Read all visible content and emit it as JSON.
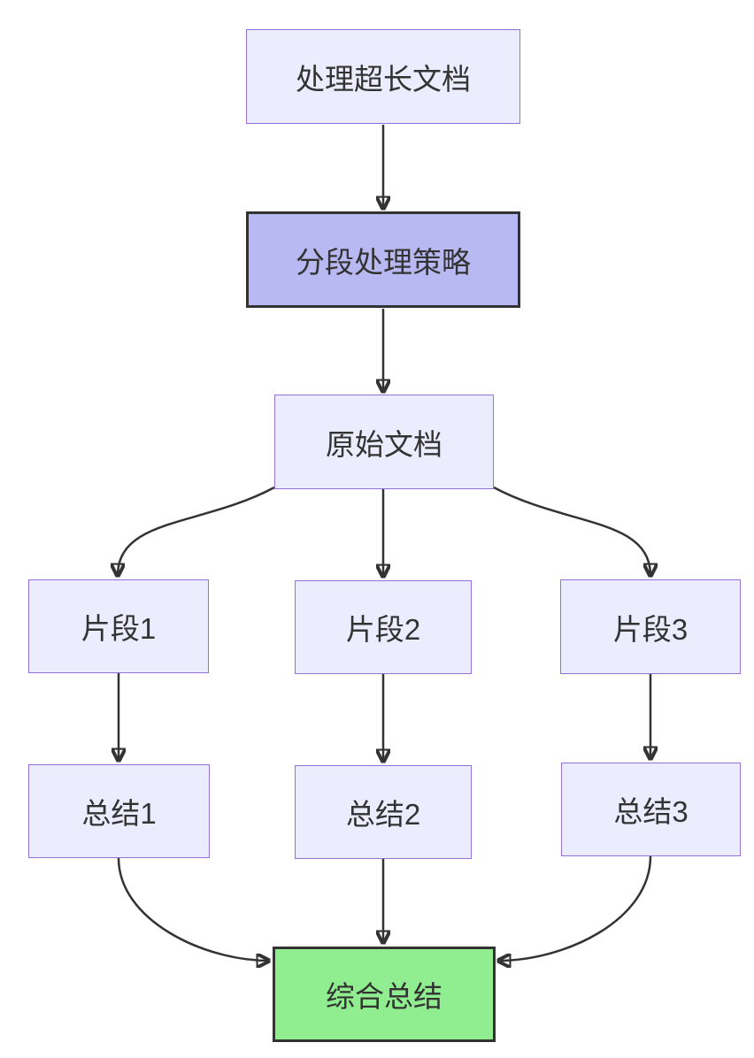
{
  "diagram": {
    "type": "flowchart",
    "direction": "top-down",
    "nodes": [
      {
        "id": "A",
        "label": "处理超长文档",
        "style": "default"
      },
      {
        "id": "B",
        "label": "分段处理策略",
        "style": "highlight"
      },
      {
        "id": "C",
        "label": "原始文档",
        "style": "default"
      },
      {
        "id": "D",
        "label": "片段1",
        "style": "default"
      },
      {
        "id": "E",
        "label": "片段2",
        "style": "default"
      },
      {
        "id": "F",
        "label": "片段3",
        "style": "default"
      },
      {
        "id": "G",
        "label": "总结1",
        "style": "default"
      },
      {
        "id": "H",
        "label": "总结2",
        "style": "default"
      },
      {
        "id": "I",
        "label": "总结3",
        "style": "default"
      },
      {
        "id": "J",
        "label": "综合总结",
        "style": "success"
      }
    ],
    "edges": [
      {
        "from": "A",
        "to": "B"
      },
      {
        "from": "B",
        "to": "C"
      },
      {
        "from": "C",
        "to": "D"
      },
      {
        "from": "C",
        "to": "E"
      },
      {
        "from": "C",
        "to": "F"
      },
      {
        "from": "D",
        "to": "G"
      },
      {
        "from": "E",
        "to": "H"
      },
      {
        "from": "F",
        "to": "I"
      },
      {
        "from": "G",
        "to": "J"
      },
      {
        "from": "H",
        "to": "J"
      },
      {
        "from": "I",
        "to": "J"
      }
    ],
    "colors": {
      "background": "#FFFFFF",
      "node_fill": "#ECECFF",
      "node_border": "#9370DB",
      "highlight_fill": "#B8B8F2",
      "highlight_border": "#333333",
      "success_fill": "#90EE90",
      "success_border": "#333333",
      "edge": "#333333",
      "text": "#333333"
    }
  }
}
